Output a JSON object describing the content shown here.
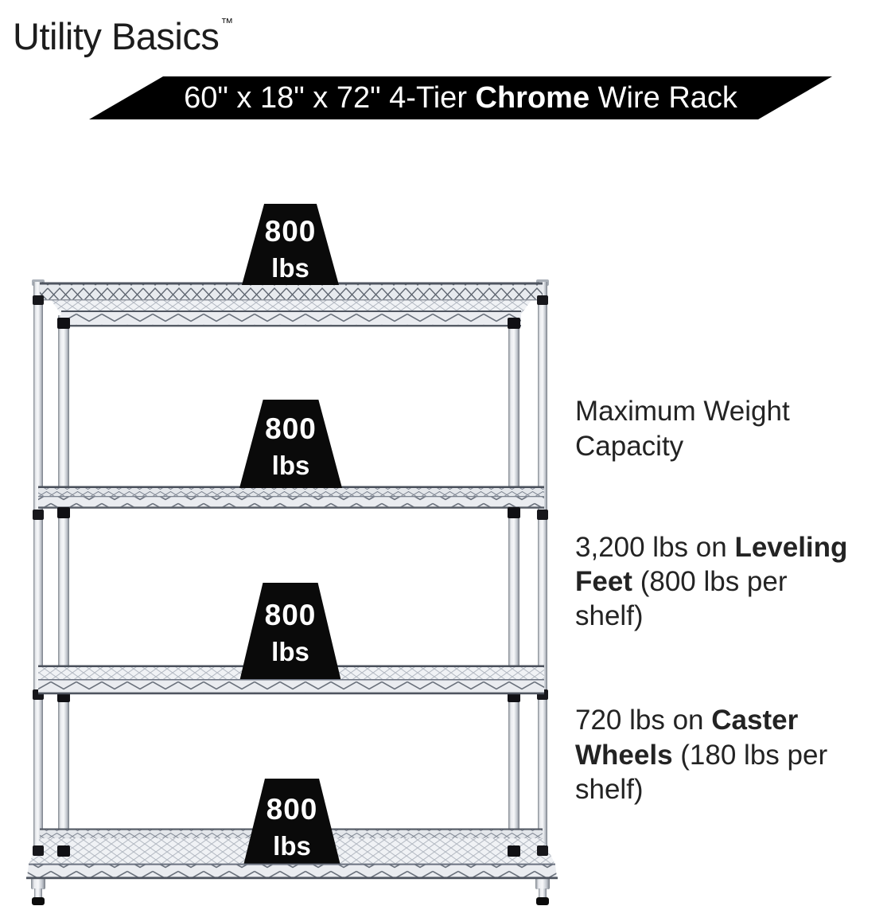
{
  "brand": {
    "name": "Utility Basics",
    "trademark": "™"
  },
  "banner": {
    "size_prefix": "60\" x 18\" x 72\" 4-Tier ",
    "highlight": "Chrome",
    "suffix": " Wire Rack"
  },
  "weights": [
    {
      "value": "800",
      "unit": "lbs"
    },
    {
      "value": "800",
      "unit": "lbs"
    },
    {
      "value": "800",
      "unit": "lbs"
    },
    {
      "value": "800",
      "unit": "lbs"
    }
  ],
  "specs": {
    "title": "Maximum Weight\nCapacity",
    "items": [
      {
        "pre": "3,200 lbs on ",
        "bold": "Leveling\nFeet",
        "post": " (800 lbs per\nshelf)"
      },
      {
        "pre": "720 lbs on ",
        "bold": "Caster\nWheels",
        "post": " (180 lbs per\nshelf)"
      }
    ]
  },
  "colors": {
    "banner_bg": "#000000",
    "banner_text": "#ffffff",
    "weight_badge_bg": "#0a0a0a",
    "weight_badge_text": "#ffffff",
    "body_text": "#232323",
    "chrome_light": "#f7f8fa",
    "chrome_dark": "#767c85"
  }
}
